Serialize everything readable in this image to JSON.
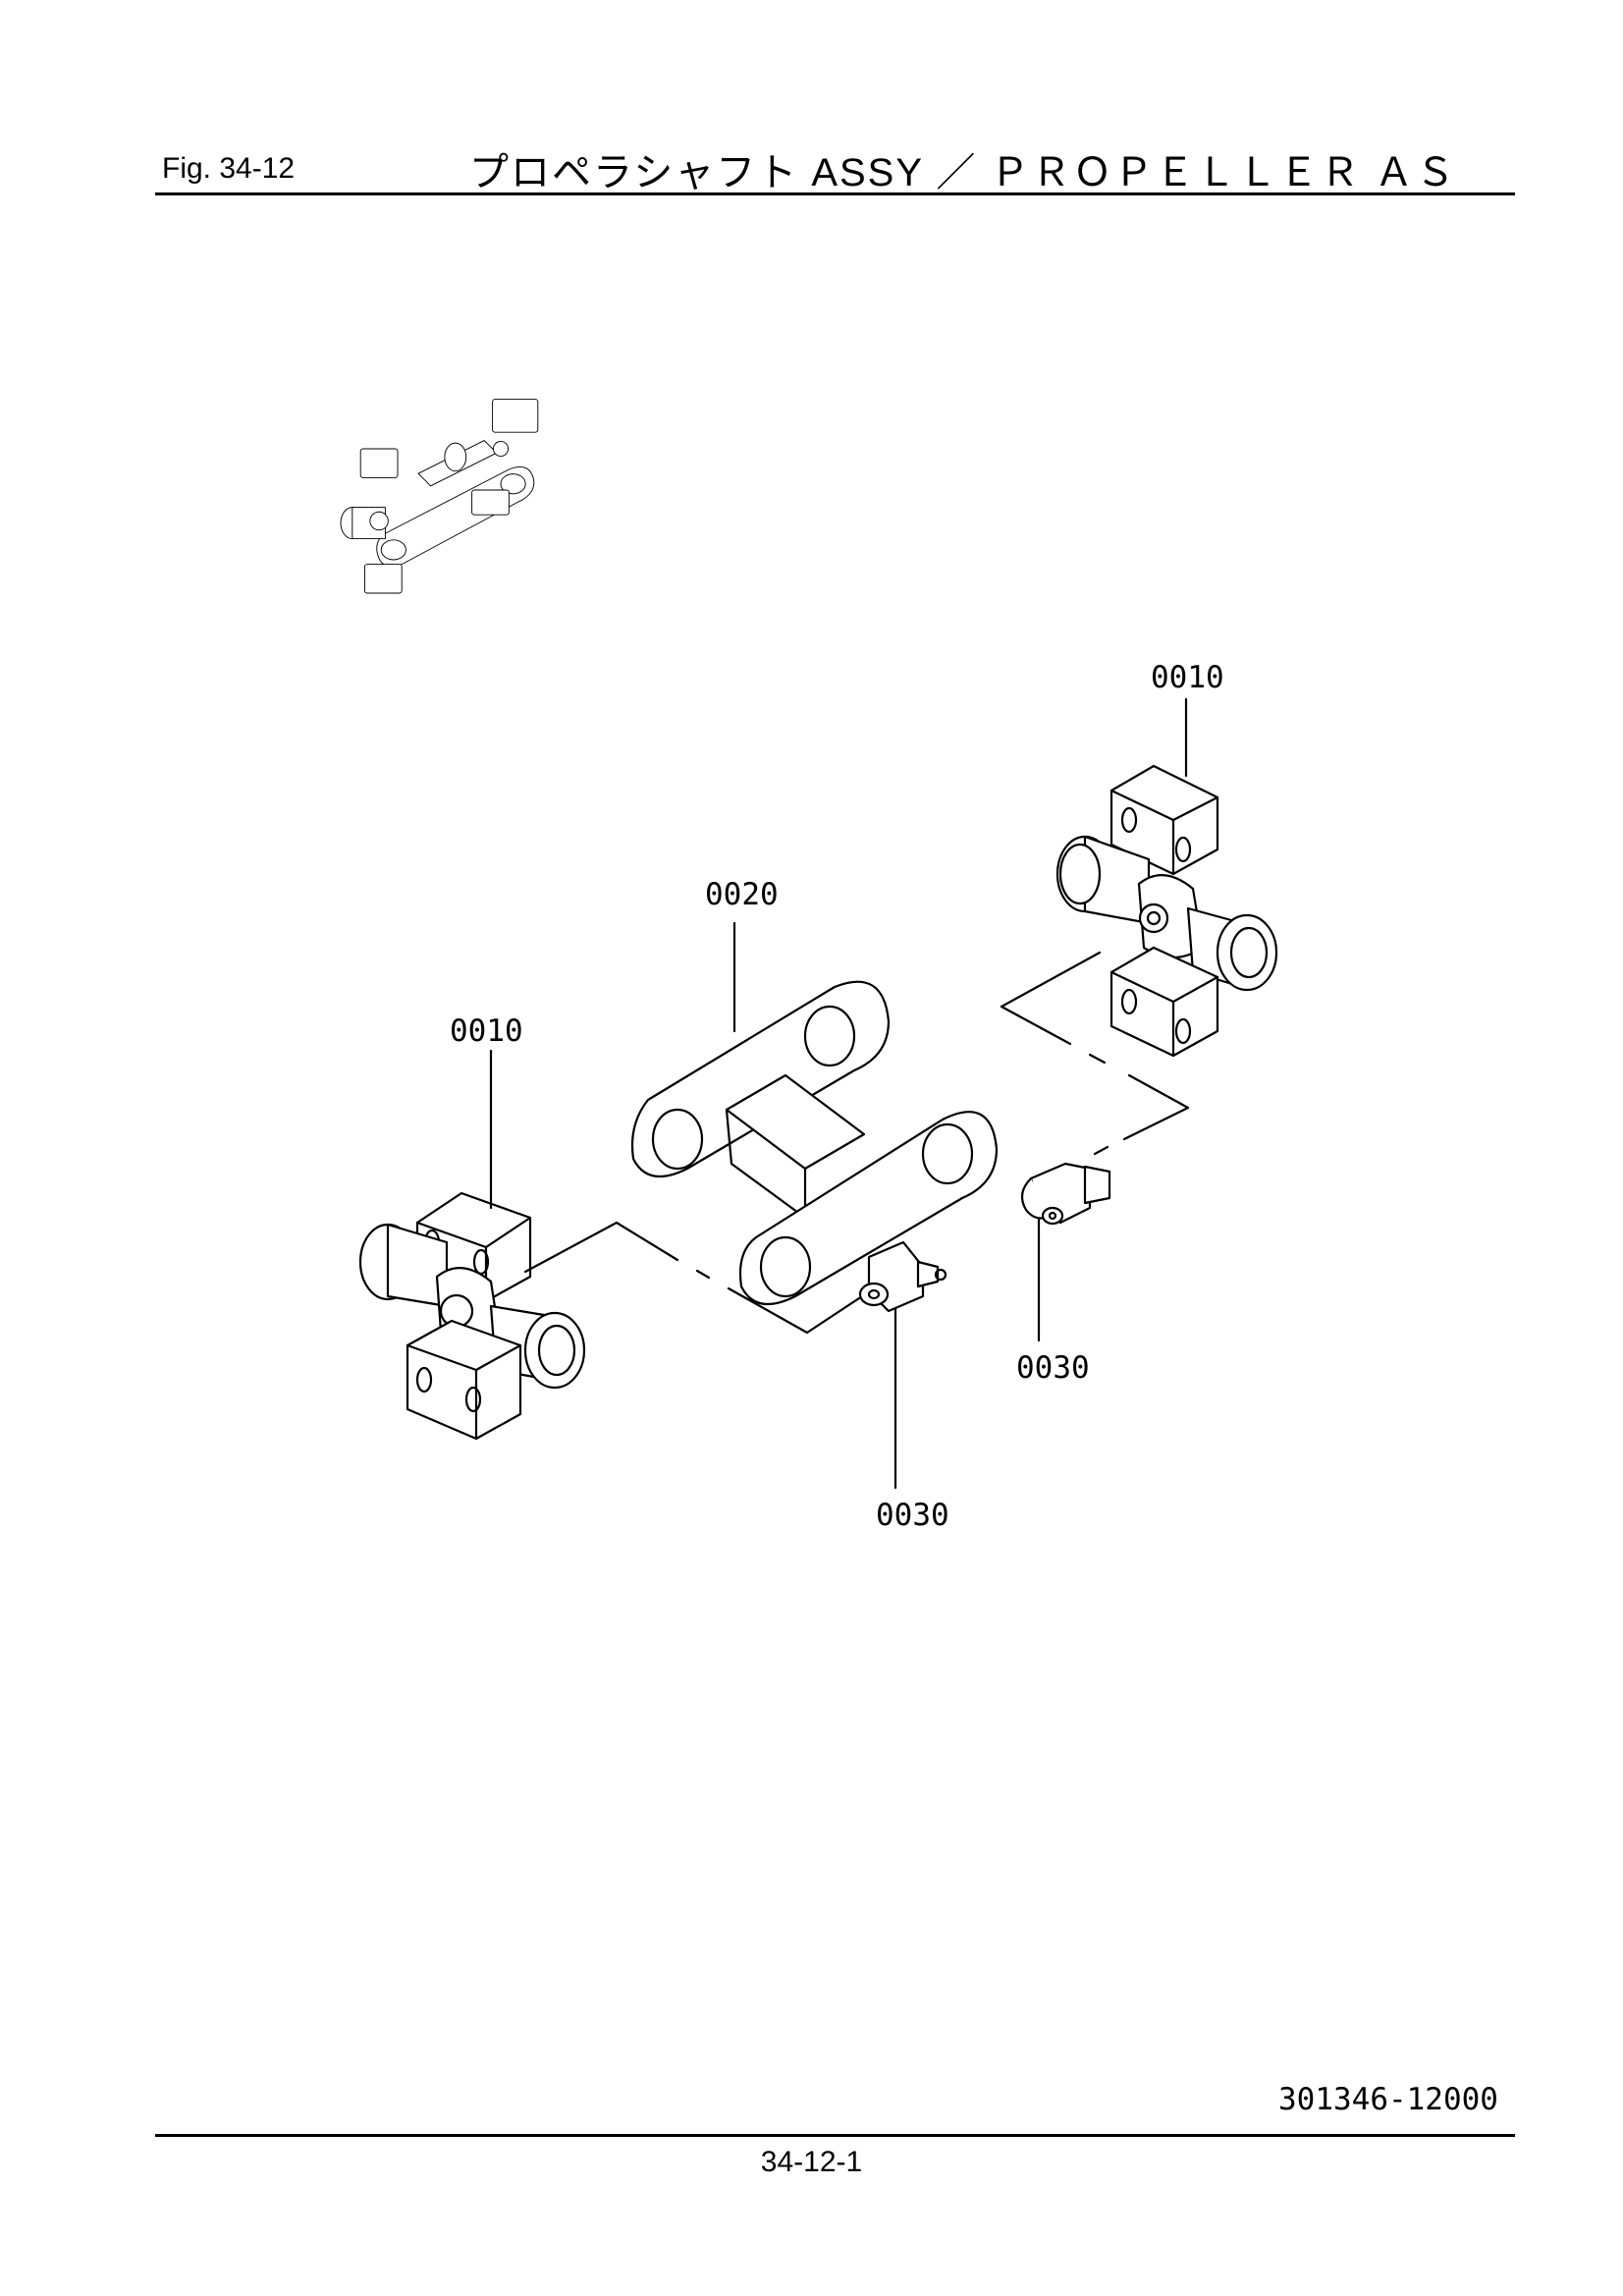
{
  "header": {
    "fig_label": "Fig.  34-12",
    "title": "プロペラシャフト ASSY ／ ＰＲＯＰＥＬＬＥＲ ＡＳ"
  },
  "callouts": {
    "part_0010_right": "0010",
    "part_0020": "0020",
    "part_0010_left": "0010",
    "part_0030_right": "0030",
    "part_0030_center": "0030"
  },
  "footer": {
    "drawing_number": "301346-12000",
    "page_number": "34-12-1"
  }
}
